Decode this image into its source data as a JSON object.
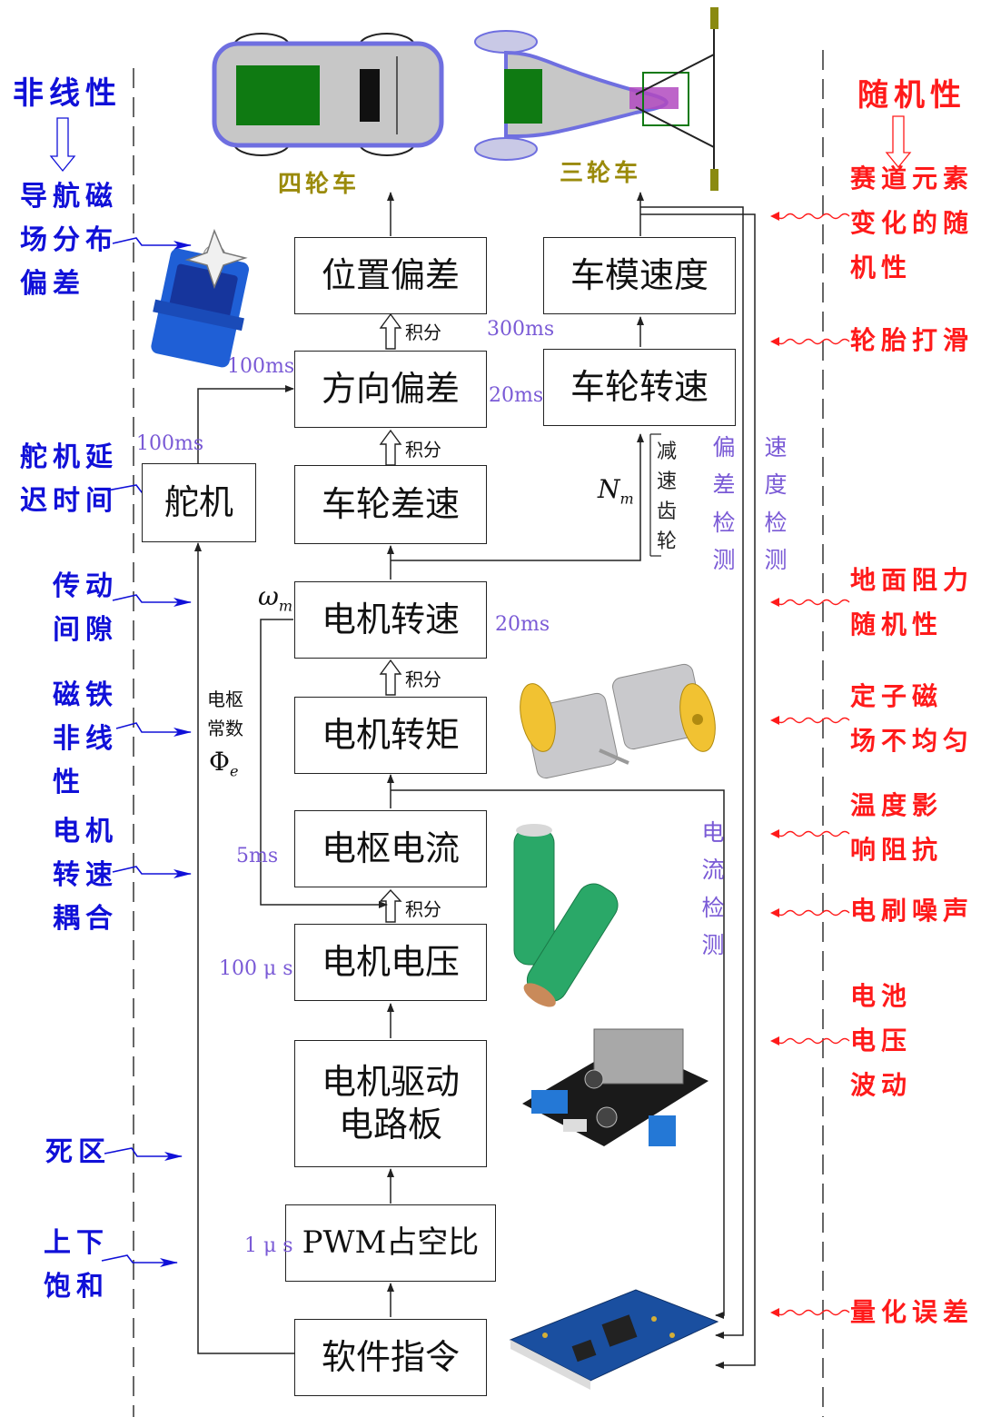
{
  "blocks": {
    "position_error": "位置偏差",
    "car_speed": "车模速度",
    "direction_error": "方向偏差",
    "wheel_speed": "车轮转速",
    "servo": "舵机",
    "wheel_diff_speed": "车轮差速",
    "motor_speed": "电机转速",
    "motor_torque": "电机转矩",
    "armature_current": "电枢电流",
    "motor_voltage": "电机电压",
    "motor_driver_line1": "电机驱动",
    "motor_driver_line2": "电路板",
    "pwm_duty": "PWM占空比",
    "software_cmd": "软件指令"
  },
  "vehicles": {
    "four_wheel": "四轮车",
    "three_wheel": "三轮车"
  },
  "integral_label": "积分",
  "timings": {
    "t300ms": "300ms",
    "t20ms_dir": "20ms",
    "t100ms_servo_out": "100ms",
    "t100ms_servo_in": "100ms",
    "t20ms_motor": "20ms",
    "t5ms": "5ms",
    "t100us": "100 μ s",
    "t1us": "1 μ s"
  },
  "side_labels": {
    "gear": "减速齿轮",
    "deviation_detect": "偏差检测",
    "speed_detect": "速度检测",
    "current_detect": "电流检测",
    "armature_const_line1": "电枢",
    "armature_const_line2": "常数"
  },
  "symbols": {
    "nm_main": "N",
    "nm_sub": "m",
    "omega_main": "ω",
    "omega_sub": "m",
    "phi_main": "Φ",
    "phi_sub": "e"
  },
  "nonlinear": {
    "heading": "非线性",
    "items": [
      [
        "导航磁",
        "场分布",
        "偏差"
      ],
      [
        "舵机延",
        "迟时间"
      ],
      [
        "传动",
        "间隙"
      ],
      [
        "磁铁",
        "非线",
        "性"
      ],
      [
        "电机",
        "转速",
        "耦合"
      ],
      [
        "死区"
      ],
      [
        "上下",
        "饱和"
      ]
    ]
  },
  "random": {
    "heading": "随机性",
    "items": [
      [
        "赛道元素",
        "变化的随",
        "机性"
      ],
      [
        "轮胎打滑"
      ],
      [
        "地面阻力",
        "随机性"
      ],
      [
        "定子磁",
        "场不均匀"
      ],
      [
        "温度影",
        "响阻抗"
      ],
      [
        "电刷噪声"
      ],
      [
        "电池",
        "电压",
        "波动"
      ],
      [
        "量化误差"
      ]
    ]
  },
  "colors": {
    "nonlinear": "#1010d8",
    "random": "#ff1a1a",
    "timing": "#7a5ad6",
    "vehicle_label": "#9a8a0a",
    "pcb_blue": "#1a4fa0",
    "battery_green": "#2aa868"
  }
}
